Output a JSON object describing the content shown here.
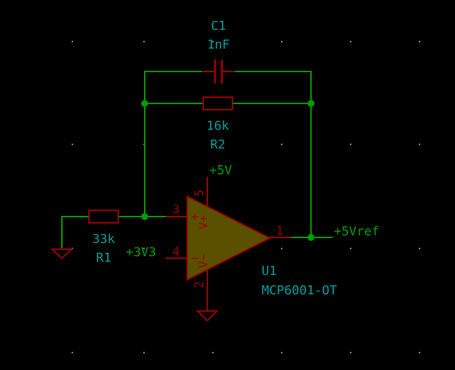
{
  "colors": {
    "background": "#000000",
    "wire": "#009b00",
    "component": "#9b0000",
    "component_fill": "#5a5000",
    "ref_text": "#009b9b",
    "net_text": "#009b00",
    "pin_text": "#9b0000",
    "grid_dot": "#888888"
  },
  "components": {
    "c1": {
      "ref": "C1",
      "value": "1nF"
    },
    "r2": {
      "ref": "R2",
      "value": "16k"
    },
    "r1": {
      "ref": "R1",
      "value": "33k"
    },
    "u1": {
      "ref": "U1",
      "value": "MCP6001-OT"
    }
  },
  "nets": {
    "plus5v": "+5V",
    "plus3v3": "+3V3",
    "plus5vref": "+5Vref"
  },
  "pins": {
    "p1": "1",
    "p2": "2",
    "p3": "3",
    "p4": "4",
    "p5": "5",
    "plus": "+",
    "minus": "−",
    "vplus": "V+",
    "vminus": "V−"
  },
  "icons": [
    "ground-symbol-icon",
    "resistor-icon",
    "capacitor-icon",
    "opamp-icon"
  ]
}
